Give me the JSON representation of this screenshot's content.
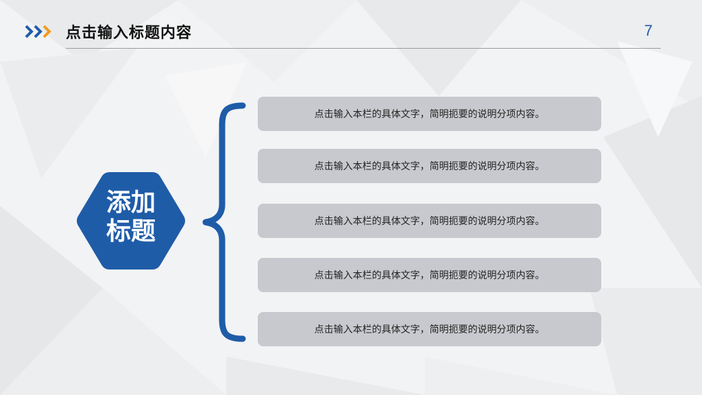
{
  "header": {
    "title": "点击输入标题内容",
    "page_number": "7"
  },
  "center": {
    "line1": "添加",
    "line2": "标题"
  },
  "items": [
    {
      "text": "点击输入本栏的具体文字，简明扼要的说明分项内容。"
    },
    {
      "text": "点击输入本栏的具体文字，简明扼要的说明分项内容。"
    },
    {
      "text": "点击输入本栏的具体文字，简明扼要的说明分项内容。"
    },
    {
      "text": "点击输入本栏的具体文字，简明扼要的说明分项内容。"
    },
    {
      "text": "点击输入本栏的具体文字，简明扼要的说明分项内容。"
    }
  ],
  "colors": {
    "accent_blue": "#1f5ca8",
    "accent_orange": "#f29a1f",
    "item_bg": "#c8c9ce"
  },
  "icons": {
    "header": "chevron-arrows-icon"
  }
}
